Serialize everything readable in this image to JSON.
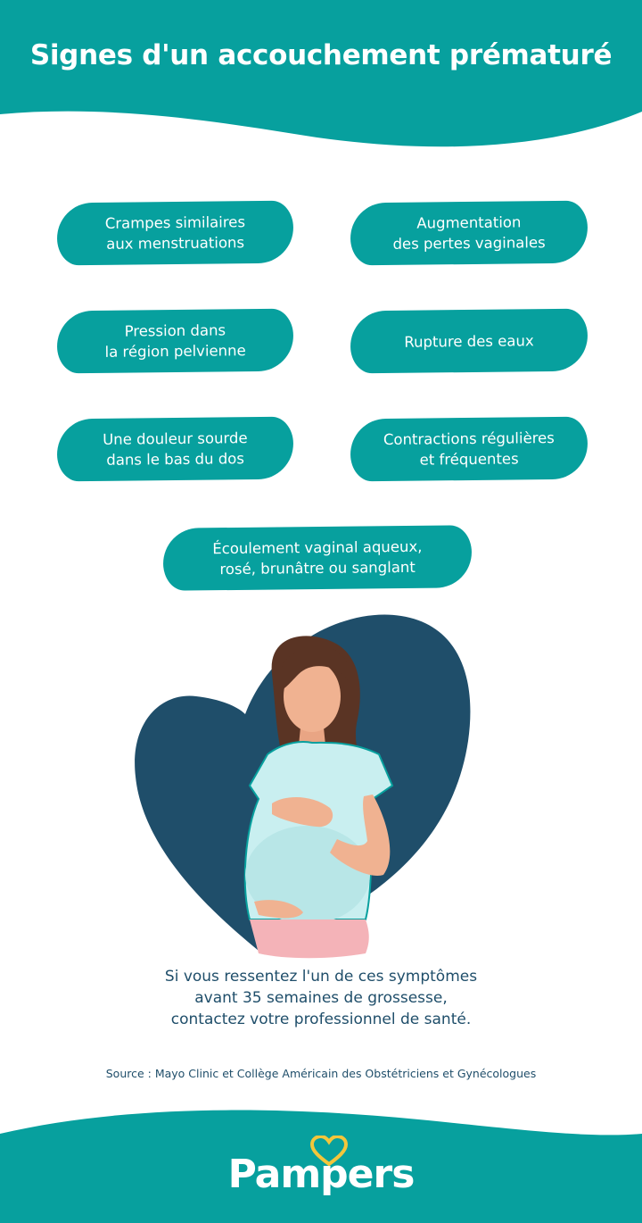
{
  "colors": {
    "teal": "#07a09e",
    "navy": "#1f4e6a",
    "white": "#ffffff",
    "yellow": "#f3c63b"
  },
  "header": {
    "title": "Signes d'un accouchement prématuré"
  },
  "signs": [
    {
      "text": "Crampes similaires\naux menstruations"
    },
    {
      "text": "Augmentation\ndes pertes vaginales"
    },
    {
      "text": "Pression dans\nla région pelvienne"
    },
    {
      "text": "Rupture des eaux"
    },
    {
      "text": "Une douleur sourde\ndans le bas du dos"
    },
    {
      "text": "Contractions régulières\net fréquentes"
    },
    {
      "text": "Écoulement vaginal aqueux,\nrosé, brunâtre ou sanglant"
    }
  ],
  "illustration": {
    "icon": "pregnant-woman-heart-illustration"
  },
  "note": "Si vous ressentez l'un de ces symptômes\navant 35 semaines de grossesse,\ncontactez votre professionnel de santé.",
  "source": "Source : Mayo Clinic et Collège Américain des Obstétriciens et Gynécologues",
  "footer": {
    "brand": "Pampers",
    "icon": "pampers-heart-logo"
  }
}
